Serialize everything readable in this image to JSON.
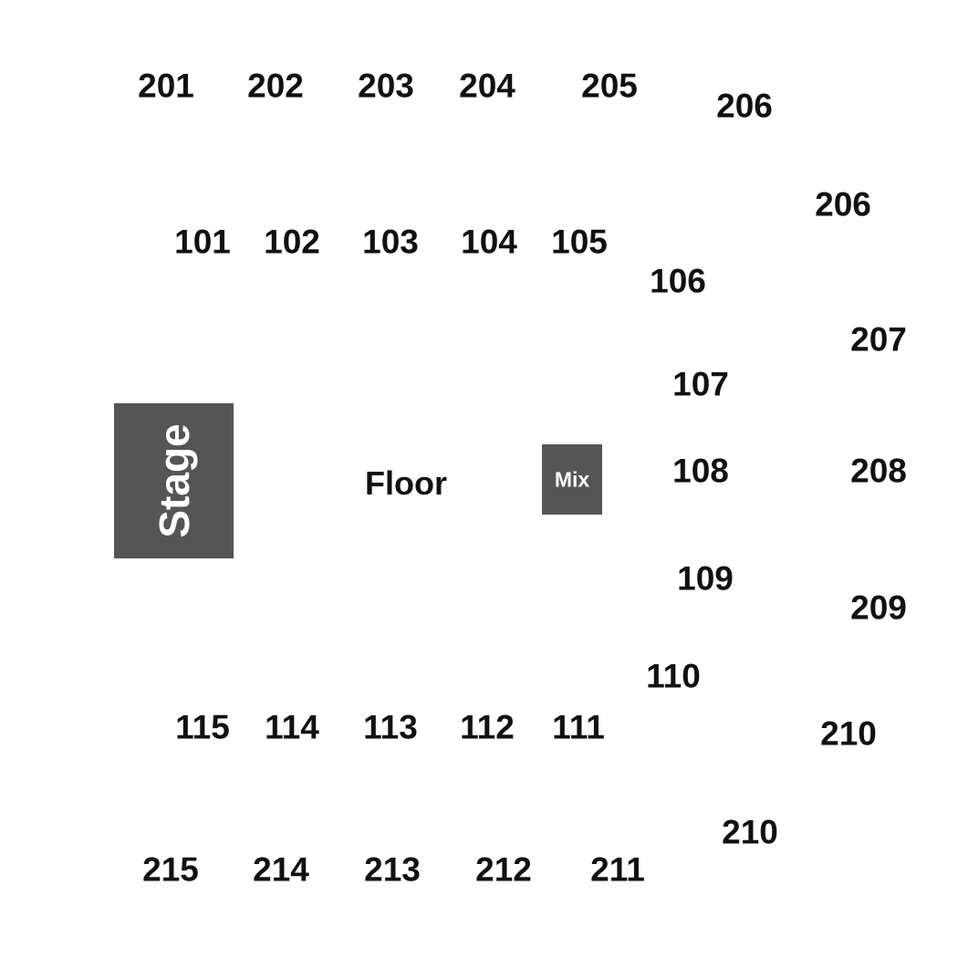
{
  "colors": {
    "background": "#ffffff",
    "label": "#111111",
    "block_fill": "#555555",
    "block_text": "#ffffff"
  },
  "stage": {
    "label": "Stage"
  },
  "mix": {
    "label": "Mix"
  },
  "floor": {
    "label": "Floor"
  },
  "sections": {
    "upper": {
      "s201": "201",
      "s202": "202",
      "s203": "203",
      "s204": "204",
      "s205": "205",
      "s206a": "206",
      "s206b": "206",
      "s207": "207",
      "s208": "208",
      "s209": "209",
      "s210a": "210",
      "s210b": "210",
      "s211": "211",
      "s212": "212",
      "s213": "213",
      "s214": "214",
      "s215": "215"
    },
    "lower": {
      "s101": "101",
      "s102": "102",
      "s103": "103",
      "s104": "104",
      "s105": "105",
      "s106": "106",
      "s107": "107",
      "s108": "108",
      "s109": "109",
      "s110": "110",
      "s111": "111",
      "s112": "112",
      "s113": "113",
      "s114": "114",
      "s115": "115"
    }
  }
}
